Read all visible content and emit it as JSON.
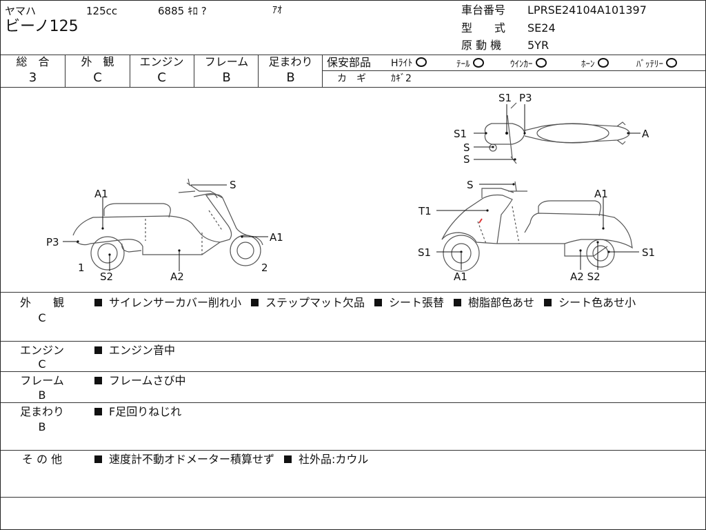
{
  "header": {
    "maker": "ヤマハ",
    "displacement": "125cc",
    "mileage": "6885 ｷﾛ ?",
    "color": "ｱｵ",
    "model_name": "ビーノ125",
    "frame_number_label": "車台番号",
    "frame_number": "LPRSE24104A101397",
    "type_label": "型　　式",
    "type": "SE24",
    "engine_label": "原 動 機",
    "engine": "5YR"
  },
  "grades": [
    {
      "label": "総　合",
      "value": "3"
    },
    {
      "label": "外　観",
      "value": "C"
    },
    {
      "label": "エンジン",
      "value": "C"
    },
    {
      "label": "フレーム",
      "value": "B"
    },
    {
      "label": "足まわり",
      "value": "B"
    }
  ],
  "safety": {
    "label": "保安部品",
    "items": [
      {
        "label": "Hﾗｲﾄ",
        "status": "○"
      },
      {
        "label": "ﾃｰﾙ",
        "status": "○"
      },
      {
        "label": "ｳｲﾝｶｰ",
        "status": "○"
      },
      {
        "label": "ﾎｰﾝ",
        "status": "○"
      },
      {
        "label": "ﾊﾞｯﾃﾘｰ",
        "status": "○"
      }
    ],
    "key_label": "カ　ギ",
    "key_value": "ｶｷﾞ2"
  },
  "diagram_labels": {
    "top_s1_a": "S1",
    "top_p3": "P3",
    "top_s1_b": "S1",
    "top_a": "A",
    "top_s_a": "S",
    "top_s_b": "S",
    "left_a1_top": "A1",
    "left_s": "S",
    "left_p3": "P3",
    "left_a1_front": "A1",
    "left_1": "1",
    "left_s2": "S2",
    "left_a2": "A2",
    "left_2": "2",
    "right_s": "S",
    "right_a1_top": "A1",
    "right_t1": "T1",
    "right_s1_front": "S1",
    "right_s1_rear": "S1",
    "right_a1_bottom": "A1",
    "right_a2s2": "A2 S2"
  },
  "remarks": [
    {
      "category": "外　　観",
      "grade": "C",
      "items": [
        "サイレンサーカバー削れ小",
        "ステップマット欠品",
        "シート張替",
        "樹脂部色あせ",
        "シート色あせ小"
      ]
    },
    {
      "category": "エンジン",
      "grade": "C",
      "items": [
        "エンジン音中"
      ]
    },
    {
      "category": "フレーム",
      "grade": "B",
      "items": [
        "フレームさび中"
      ]
    },
    {
      "category": "足まわり",
      "grade": "B",
      "items": [
        "F足回りねじれ"
      ]
    },
    {
      "category": "そ の 他",
      "grade": "",
      "items": [
        "速度計不動オドメーター積算せず",
        "社外品:カウル"
      ]
    }
  ]
}
